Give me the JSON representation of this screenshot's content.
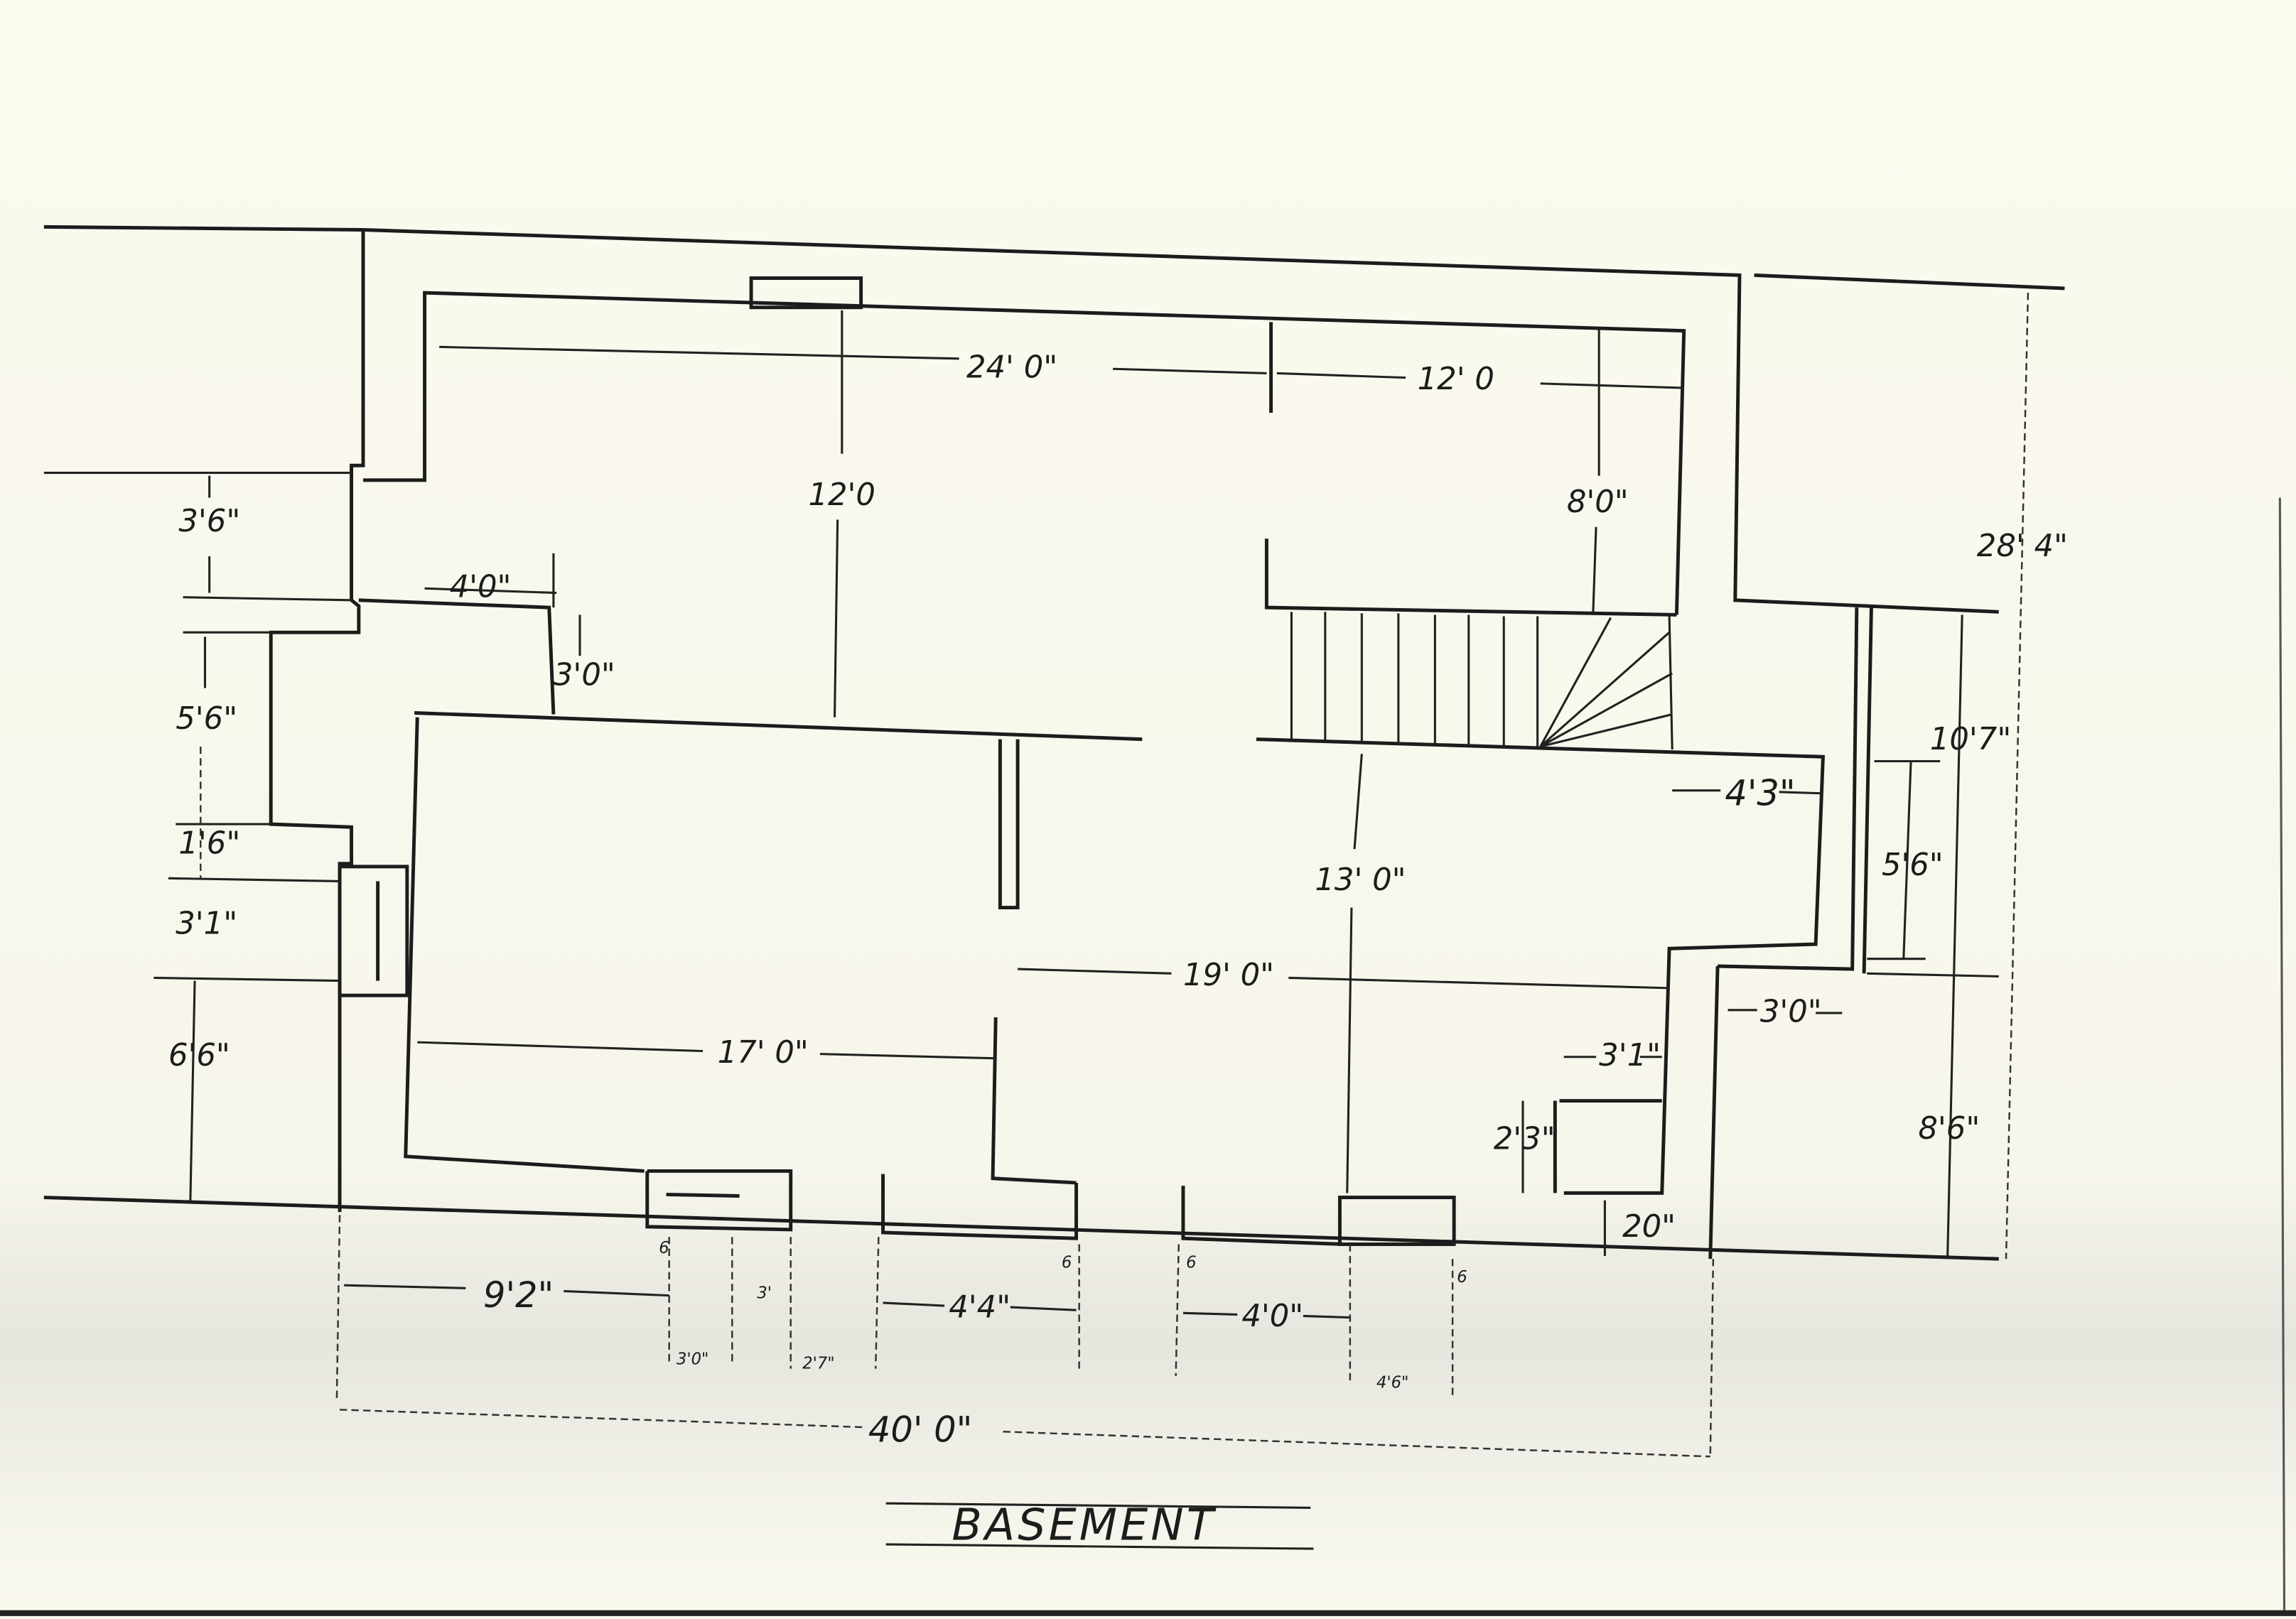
{
  "title": "BASEMENT",
  "dimensions": {
    "top_24": "24' 0\"",
    "top_12": "12' 0",
    "vert_12": "12'0",
    "vert_8": "8'0\"",
    "overall_depth": "28' 4\"",
    "left_3_6": "3'6\"",
    "step_4_0": "4'0\"",
    "step_3_0": "3'0\"",
    "left_5_6": "5'6\"",
    "left_1_6": "1'6\"",
    "left_3_1": "3'1\"",
    "left_6_6": "6'6\"",
    "room_17": "17' 0\"",
    "room_19": "19' 0\"",
    "room_13": "13' 0\"",
    "right_4_3": "4'3\"",
    "right_10_7": "10'7\"",
    "right_5_6": "5'6\"",
    "right_3_0": "3'0\"",
    "right_3_1": "3'1\"",
    "right_2_3": "2'3\"",
    "right_8_6": "8'6\"",
    "right_20": "20\"",
    "bottom_9_2": "9'2\"",
    "bottom_3_0": "3'0\"",
    "bottom_2_7": "2'7\"",
    "bottom_4_4": "4'4\"",
    "bottom_4_0": "4'0\"",
    "bottom_4_6": "4'6\"",
    "bottom_3": "3'",
    "overall_width": "40' 0\"",
    "wall_mark": "6"
  }
}
